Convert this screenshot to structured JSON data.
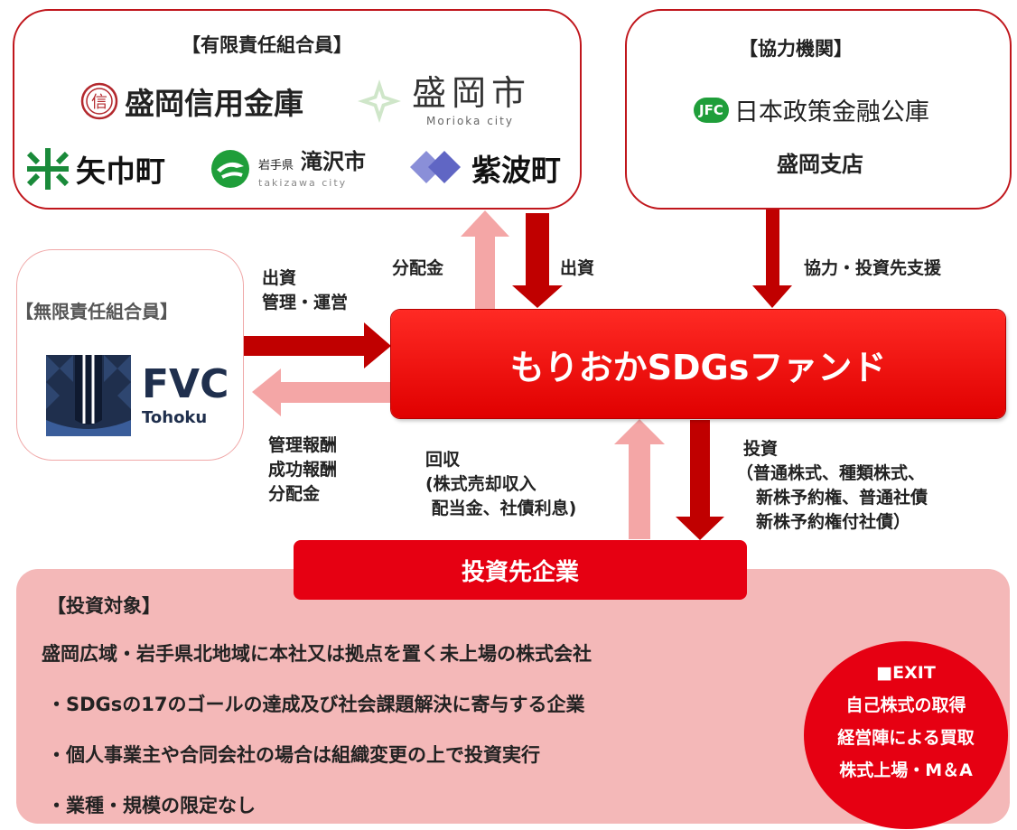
{
  "limited_partners": {
    "heading": "【有限責任組合員】",
    "logos": [
      {
        "name": "盛岡信用金庫",
        "mark": "信"
      },
      {
        "name": "盛岡市",
        "sub": "Morioka city"
      },
      {
        "name": "矢巾町"
      },
      {
        "name": "滝沢市",
        "prefix": "岩手県",
        "sub": "takizawa city"
      },
      {
        "name": "紫波町"
      }
    ]
  },
  "cooperating": {
    "heading": "【協力機関】",
    "org_mark": "JFC",
    "org_name": "日本政策金融公庫",
    "branch": "盛岡支店"
  },
  "general_partner": {
    "heading": "【無限責任組合員】",
    "logo_main": "FVC",
    "logo_sub": "Tohoku"
  },
  "flows": {
    "gp_to_fund": [
      "出資",
      "管理・運営"
    ],
    "fund_to_gp": [
      "管理報酬",
      "成功報酬",
      "分配金"
    ],
    "fund_to_lp": "分配金",
    "lp_to_fund": "出資",
    "coop_to_fund": "協力・投資先支援",
    "company_to_fund": [
      "回収",
      "(株式売却収入",
      " 配当金、社債利息)"
    ],
    "fund_to_company": [
      "投資",
      "（普通株式、種類株式、",
      "新株予約権、普通社債",
      "新株予約権付社債）"
    ]
  },
  "fund_name": "もりおかSDGsファンド",
  "company_label": "投資先企業",
  "investment_target": {
    "heading": "【投資対象】",
    "lines": [
      "盛岡広域・岩手県北地域に本社又は拠点を置く未上場の株式会社",
      "・SDGsの17のゴールの達成及び社会課題解決に寄与する企業",
      "・個人事業主や合同会社の場合は組織変更の上で投資実行",
      "・業種・規模の限定なし"
    ]
  },
  "exit": {
    "heading": "■EXIT",
    "lines": [
      "自己株式の取得",
      "経営陣による買取",
      "株式上場・M＆A"
    ]
  },
  "colors": {
    "accent": "#e60012",
    "arrow_dark": "#c00000",
    "arrow_light": "#f4a6a6",
    "panel": "#f4b8b8"
  }
}
